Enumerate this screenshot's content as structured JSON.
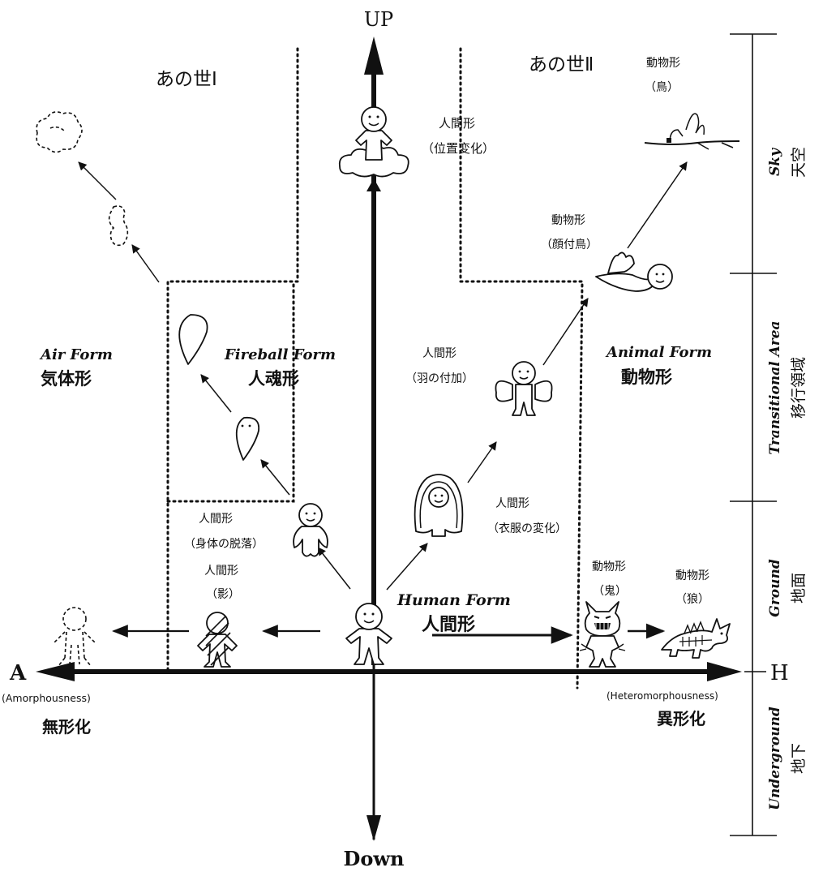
{
  "axes": {
    "up": "UP",
    "down": "Down",
    "left_letter": "A",
    "left_en": "(Amorphousness)",
    "left_jp": "無形化",
    "right_letter": "H",
    "right_en": "(Heteromorphousness)",
    "right_jp": "異形化"
  },
  "regions": {
    "otherworld_1": "あの世Ⅰ",
    "otherworld_2": "あの世Ⅱ"
  },
  "forms": {
    "air_en": "Air Form",
    "air_jp": "気体形",
    "fireball_en": "Fireball Form",
    "fireball_jp": "人魂形",
    "animal_en": "Animal Form",
    "animal_jp": "動物形",
    "human_en": "Human Form",
    "human_jp": "人間形"
  },
  "labels": {
    "human_position_1": "人間形",
    "human_position_2": "（位置変化）",
    "animal_bird_1": "動物形",
    "animal_bird_2": "（鳥）",
    "animal_facebird_1": "動物形",
    "animal_facebird_2": "（顔付鳥）",
    "human_wings_1": "人間形",
    "human_wings_2": "（羽の付加）",
    "human_clothes_1": "人間形",
    "human_clothes_2": "（衣服の変化）",
    "human_body_1": "人間形",
    "human_body_2": "（身体の脱落）",
    "human_shadow_1": "人間形",
    "human_shadow_2": "（影）",
    "animal_oni_1": "動物形",
    "animal_oni_2": "（鬼）",
    "animal_wolf_1": "動物形",
    "animal_wolf_2": "（狼）"
  },
  "levels": [
    {
      "en": "Sky",
      "jp": "天空"
    },
    {
      "en": "Transitional Area",
      "jp": "移行領域"
    },
    {
      "en": "Ground",
      "jp": "地面"
    },
    {
      "en": "Underground",
      "jp": "地下"
    }
  ]
}
